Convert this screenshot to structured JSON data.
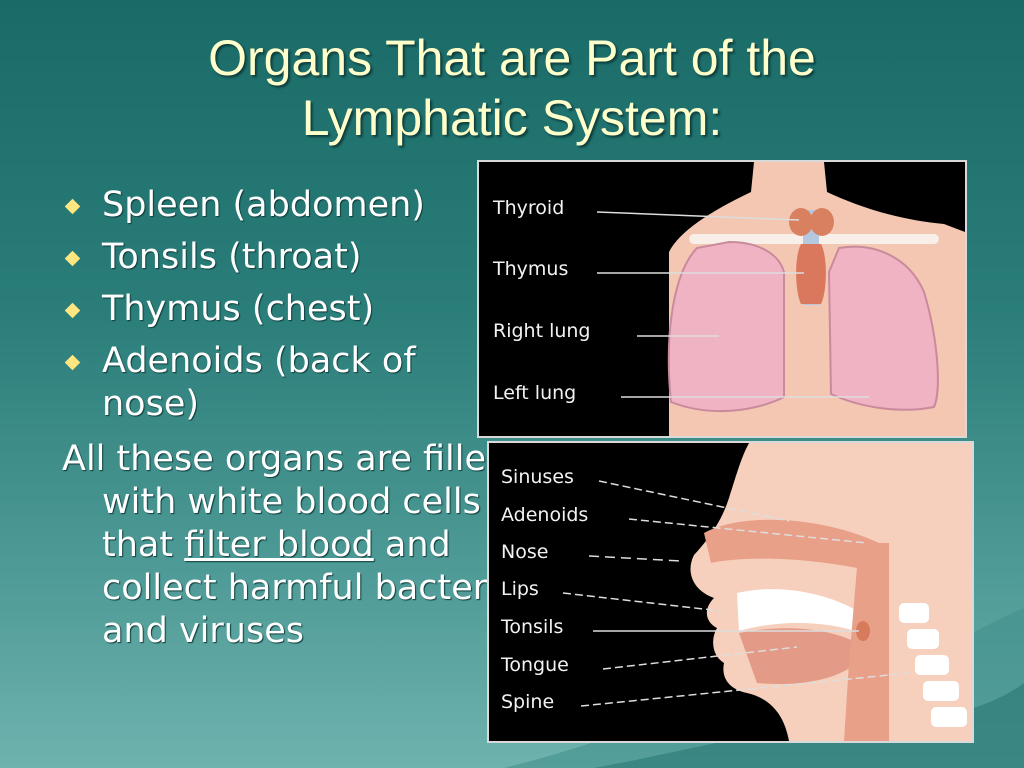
{
  "slide": {
    "title_line1": "Organs That are Part of the",
    "title_line2": "Lymphatic System:",
    "bullets": [
      "Spleen (abdomen)",
      "Tonsils (throat)",
      "Thymus (chest)",
      "Adenoids (back of nose)"
    ],
    "paragraph": {
      "before": "All these organs are filled with white blood cells that",
      "underlined": "filter blood",
      "after": "and collect harmful bacteria and viruses"
    }
  },
  "chest_diagram": {
    "labels": [
      "Thyroid",
      "Thymus",
      "Right lung",
      "Left lung"
    ]
  },
  "head_diagram": {
    "labels": [
      "Sinuses",
      "Adenoids",
      "Nose",
      "Lips",
      "Tonsils",
      "Tongue",
      "Spine"
    ]
  },
  "colors": {
    "title": "#ffffcc",
    "bullet_marker": "#ffe680",
    "body_text": "#ffffff",
    "background": "#2a7d79"
  }
}
